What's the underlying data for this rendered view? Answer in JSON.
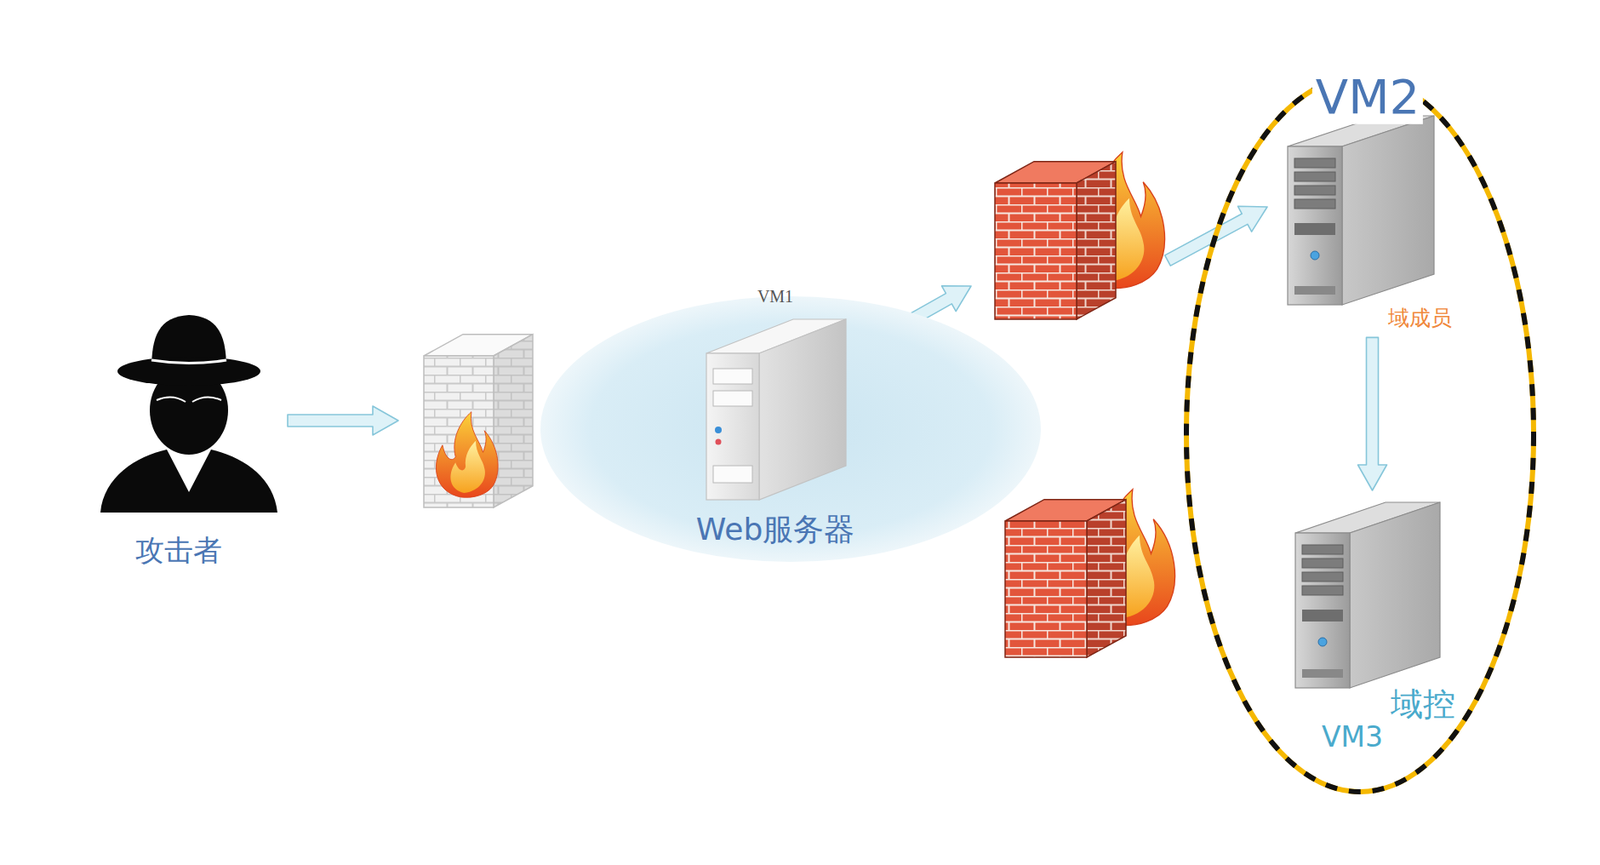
{
  "diagram": {
    "nodes": [
      {
        "text": [
          "攻击者"
        ]
      },
      {
        "text": [
          "VM1",
          "Web服务器"
        ]
      },
      {
        "text": [
          "VM2",
          "域成员"
        ]
      },
      {
        "text": [
          "域控",
          "VM3"
        ]
      }
    ],
    "edges": [
      {
        "from": 2,
        "to": 3,
        "arrow": "to"
      }
    ]
  }
}
